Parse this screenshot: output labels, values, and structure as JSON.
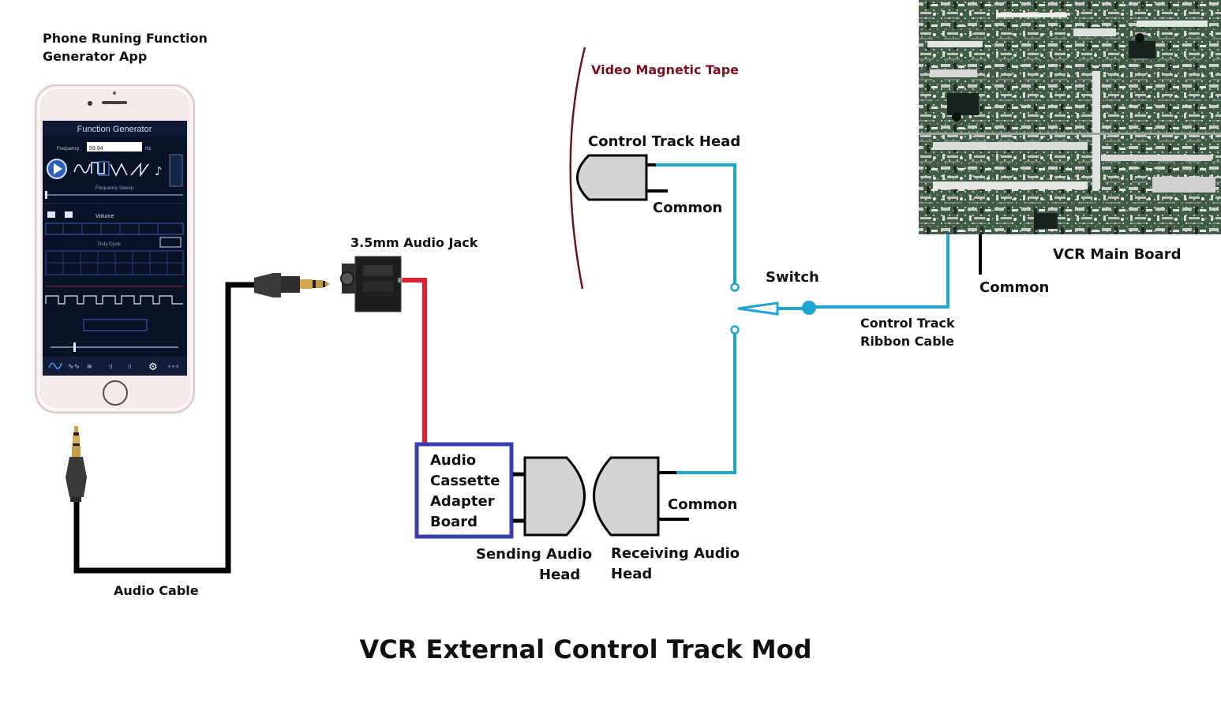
{
  "title": "VCR External Control Track Mod",
  "labels": {
    "phone_line1": "Phone Runing Function",
    "phone_line2": "Generator App",
    "audio_cable": "Audio Cable",
    "audio_jack": "3.5mm Audio Jack",
    "adapter_line1": "Audio",
    "adapter_line2": "Cassette",
    "adapter_line3": "Adapter",
    "adapter_line4": "Board",
    "sending_line1": "Sending Audio",
    "sending_line2": "Head",
    "receiving_line1": "Receiving Audio",
    "receiving_line2": "Head",
    "common_receiving": "Common",
    "video_tape": "Video Magnetic Tape",
    "control_head": "Control Track Head",
    "common_control": "Common",
    "switch": "Switch",
    "ribbon_line1": "Control Track",
    "ribbon_line2": "Ribbon Cable",
    "main_board": "VCR Main Board",
    "common_board": "Common"
  },
  "phone_app": {
    "app_title": "Function Generator",
    "frequency_label": "Frequency",
    "frequency_value": "59.94",
    "frequency_unit": "Hz",
    "sweep_label": "Frequency Sweep",
    "volume_label": "Volume",
    "duty_label": "Duty Cycle"
  },
  "colors": {
    "cable_black": "#000000",
    "wire_red": "#e3202f",
    "wire_blue": "#1fa4d6",
    "adapter_border": "#3a3fb0",
    "tape_line": "#6b1420",
    "tape_label": "#7a0f1f",
    "head_fill": "#d4d4d4",
    "board_green": "#3f5a45"
  }
}
